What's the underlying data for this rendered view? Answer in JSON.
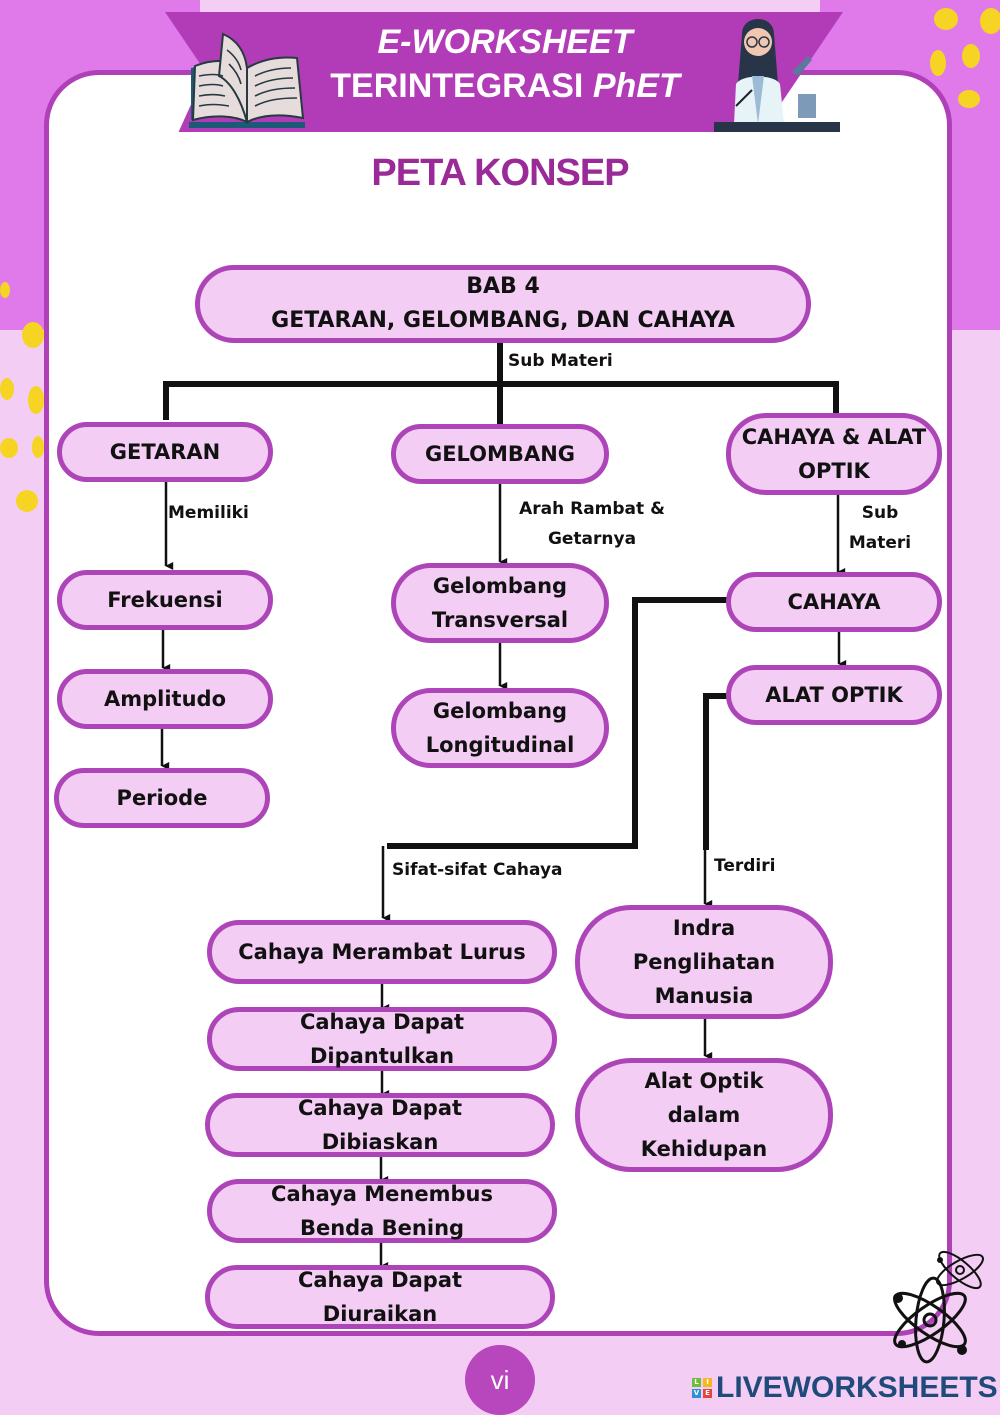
{
  "header": {
    "line1": "E-WORKSHEET",
    "line2_prefix": "TERINTEGRASI ",
    "line2_brand": "PhET"
  },
  "page_title": "PETA KONSEP",
  "colors": {
    "node_fill": "#f3cdf4",
    "node_border": "#ad45b9",
    "banner": "#b23cb8",
    "title": "#9a2a97",
    "background_light": "#f3cdf4",
    "background_dark": "#e07aeb",
    "dots": "#f5d423"
  },
  "concept_map": {
    "root": {
      "line1": "BAB 4",
      "line2": "GETARAN, GELOMBANG, DAN CAHAYA"
    },
    "root_link": "Sub Materi",
    "branches": {
      "getaran": {
        "label": "GETARAN",
        "link": "Memiliki",
        "children": [
          "Frekuensi",
          "Amplitudo",
          "Periode"
        ]
      },
      "gelombang": {
        "label": "GELOMBANG",
        "link_line1": "Arah Rambat &",
        "link_line2": "Getarnya",
        "children": [
          {
            "line1": "Gelombang",
            "line2": "Transversal"
          },
          {
            "line1": "Gelombang",
            "line2": "Longitudinal"
          }
        ]
      },
      "cahaya_alat_optik": {
        "line1": "CAHAYA & ALAT",
        "line2": "OPTIK",
        "link_line1": "Sub",
        "link_line2": "Materi",
        "cahaya": "CAHAYA",
        "alat_optik": "ALAT OPTIK"
      }
    },
    "sifat_cahaya": {
      "link": "Sifat-sifat Cahaya",
      "items": [
        {
          "line1": "Cahaya Merambat Lurus",
          "line2": ""
        },
        {
          "line1": "Cahaya Dapat",
          "line2": "Dipantulkan"
        },
        {
          "line1": "Cahaya Dapat",
          "line2": "Dibiaskan"
        },
        {
          "line1": "Cahaya Menembus",
          "line2": "Benda Bening"
        },
        {
          "line1": "Cahaya Dapat",
          "line2": "Diuraikan"
        }
      ]
    },
    "alat_optik_detail": {
      "link": "Terdiri",
      "items": [
        {
          "line1": "Indra",
          "line2": "Penglihatan",
          "line3": "Manusia"
        },
        {
          "line1": "Alat Optik",
          "line2": "dalam",
          "line3": "Kehidupan"
        }
      ]
    }
  },
  "footer": {
    "page_number": "vi",
    "brand": "LIVEWORKSHEETS",
    "brand_blocks": [
      "L",
      "I",
      "V",
      "E"
    ]
  },
  "icons": [
    "open-book-icon",
    "scientist-illustration-icon",
    "atom-icon"
  ]
}
